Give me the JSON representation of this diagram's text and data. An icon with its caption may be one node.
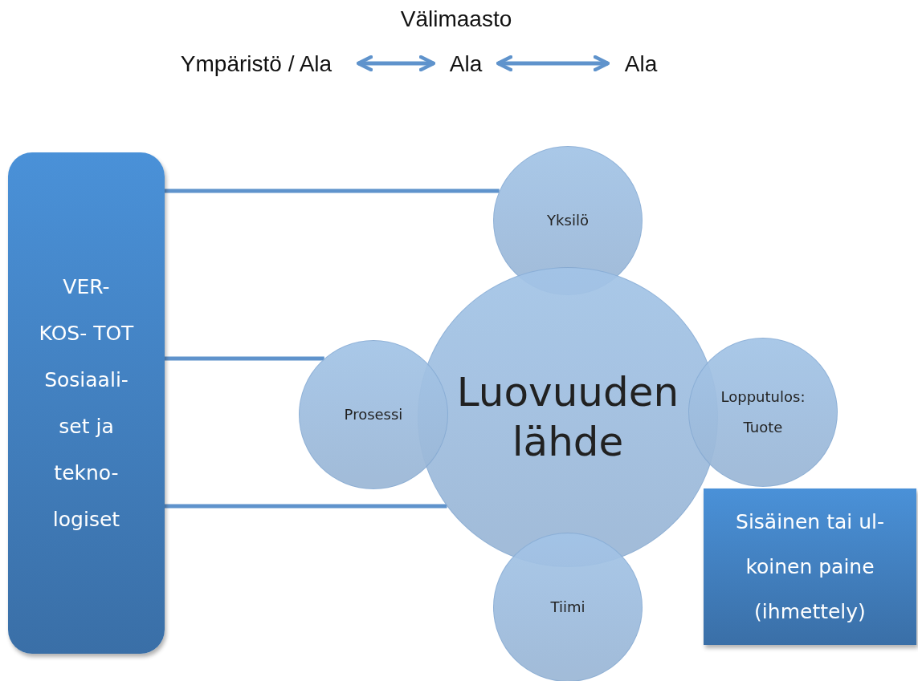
{
  "diagram": {
    "title": "Välimaasto",
    "nodes": [
      {
        "text": [
          "Ympäristö / Ala"
        ]
      },
      {
        "text": [
          "Ala"
        ]
      },
      {
        "text": [
          "Ala"
        ]
      },
      {
        "text": [
          "VER- KOS- TOT Sosiaali- set ja tekno- logiset"
        ]
      },
      {
        "text": [
          "Yksilö"
        ]
      },
      {
        "text": [
          "Luovuuden lähde"
        ]
      },
      {
        "text": [
          "Prosessi"
        ]
      },
      {
        "text": [
          "Lopputulos: Tuote"
        ]
      },
      {
        "text": [
          "Tiimi"
        ]
      },
      {
        "text": [
          "Sisäinen tai ul- koinen paine (ihmettely)"
        ]
      }
    ],
    "edges": [
      {
        "from": 0,
        "to": 1,
        "arrow": "both"
      },
      {
        "from": 1,
        "to": 2,
        "arrow": "both"
      },
      {
        "from": 3,
        "to": 4,
        "arrow": "none"
      },
      {
        "from": 3,
        "to": 6,
        "arrow": "none"
      },
      {
        "from": 3,
        "to": 5,
        "arrow": "none"
      }
    ]
  }
}
